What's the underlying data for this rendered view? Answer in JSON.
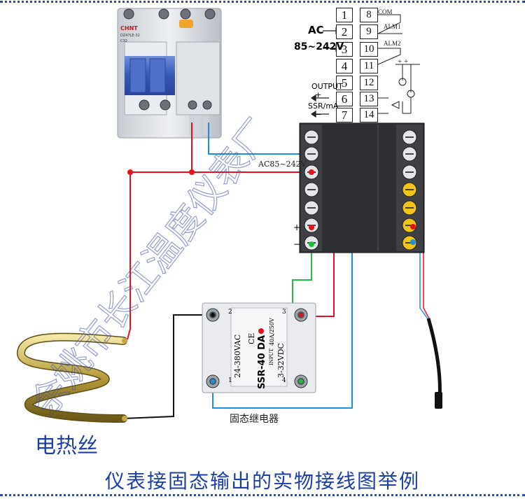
{
  "breaker": {
    "brand": "CHNT",
    "model": "DZ47LE-32",
    "spec": "C32"
  },
  "terminal_diagram": {
    "left_column": [
      "1",
      "2",
      "3",
      "4",
      "5",
      "6",
      "7"
    ],
    "right_column": [
      "8",
      "9",
      "10",
      "11",
      "12",
      "13",
      "14"
    ],
    "ac_label": "AC",
    "voltage_label": "85~242V",
    "output_label": "OUTPUT",
    "ssr_ma_label": "SSR/mA",
    "plus_sign": "+",
    "minus_sign": "−",
    "com_label": "COM",
    "alm1_label": "ALM1",
    "alm2_label": "ALM2",
    "plus_pair": "+ +"
  },
  "controller": {
    "ac_label": "AC85~242V",
    "plus_sign": "+",
    "minus_sign": "−"
  },
  "ssr": {
    "model": "SSR-40 DA",
    "load_voltage": "24-380VAC",
    "control_voltage": "3-32VDC",
    "rating": "40A/250V",
    "input_label": "INPUT",
    "ce_mark": "CE",
    "term_1": "1",
    "term_2": "2",
    "term_3": "3",
    "term_4": "4",
    "caption": "固态继电器"
  },
  "heater": {
    "label": "电热丝"
  },
  "watermark": "余姚市长江温度仪表厂",
  "title": "仪表接固态输出的实物接线图举例",
  "colors": {
    "red_wire": "#e8101a",
    "blue_wire": "#1e8fe0",
    "green_wire": "#19c23a",
    "black_wire": "#111111",
    "title_blue": "#1f3fa8"
  }
}
